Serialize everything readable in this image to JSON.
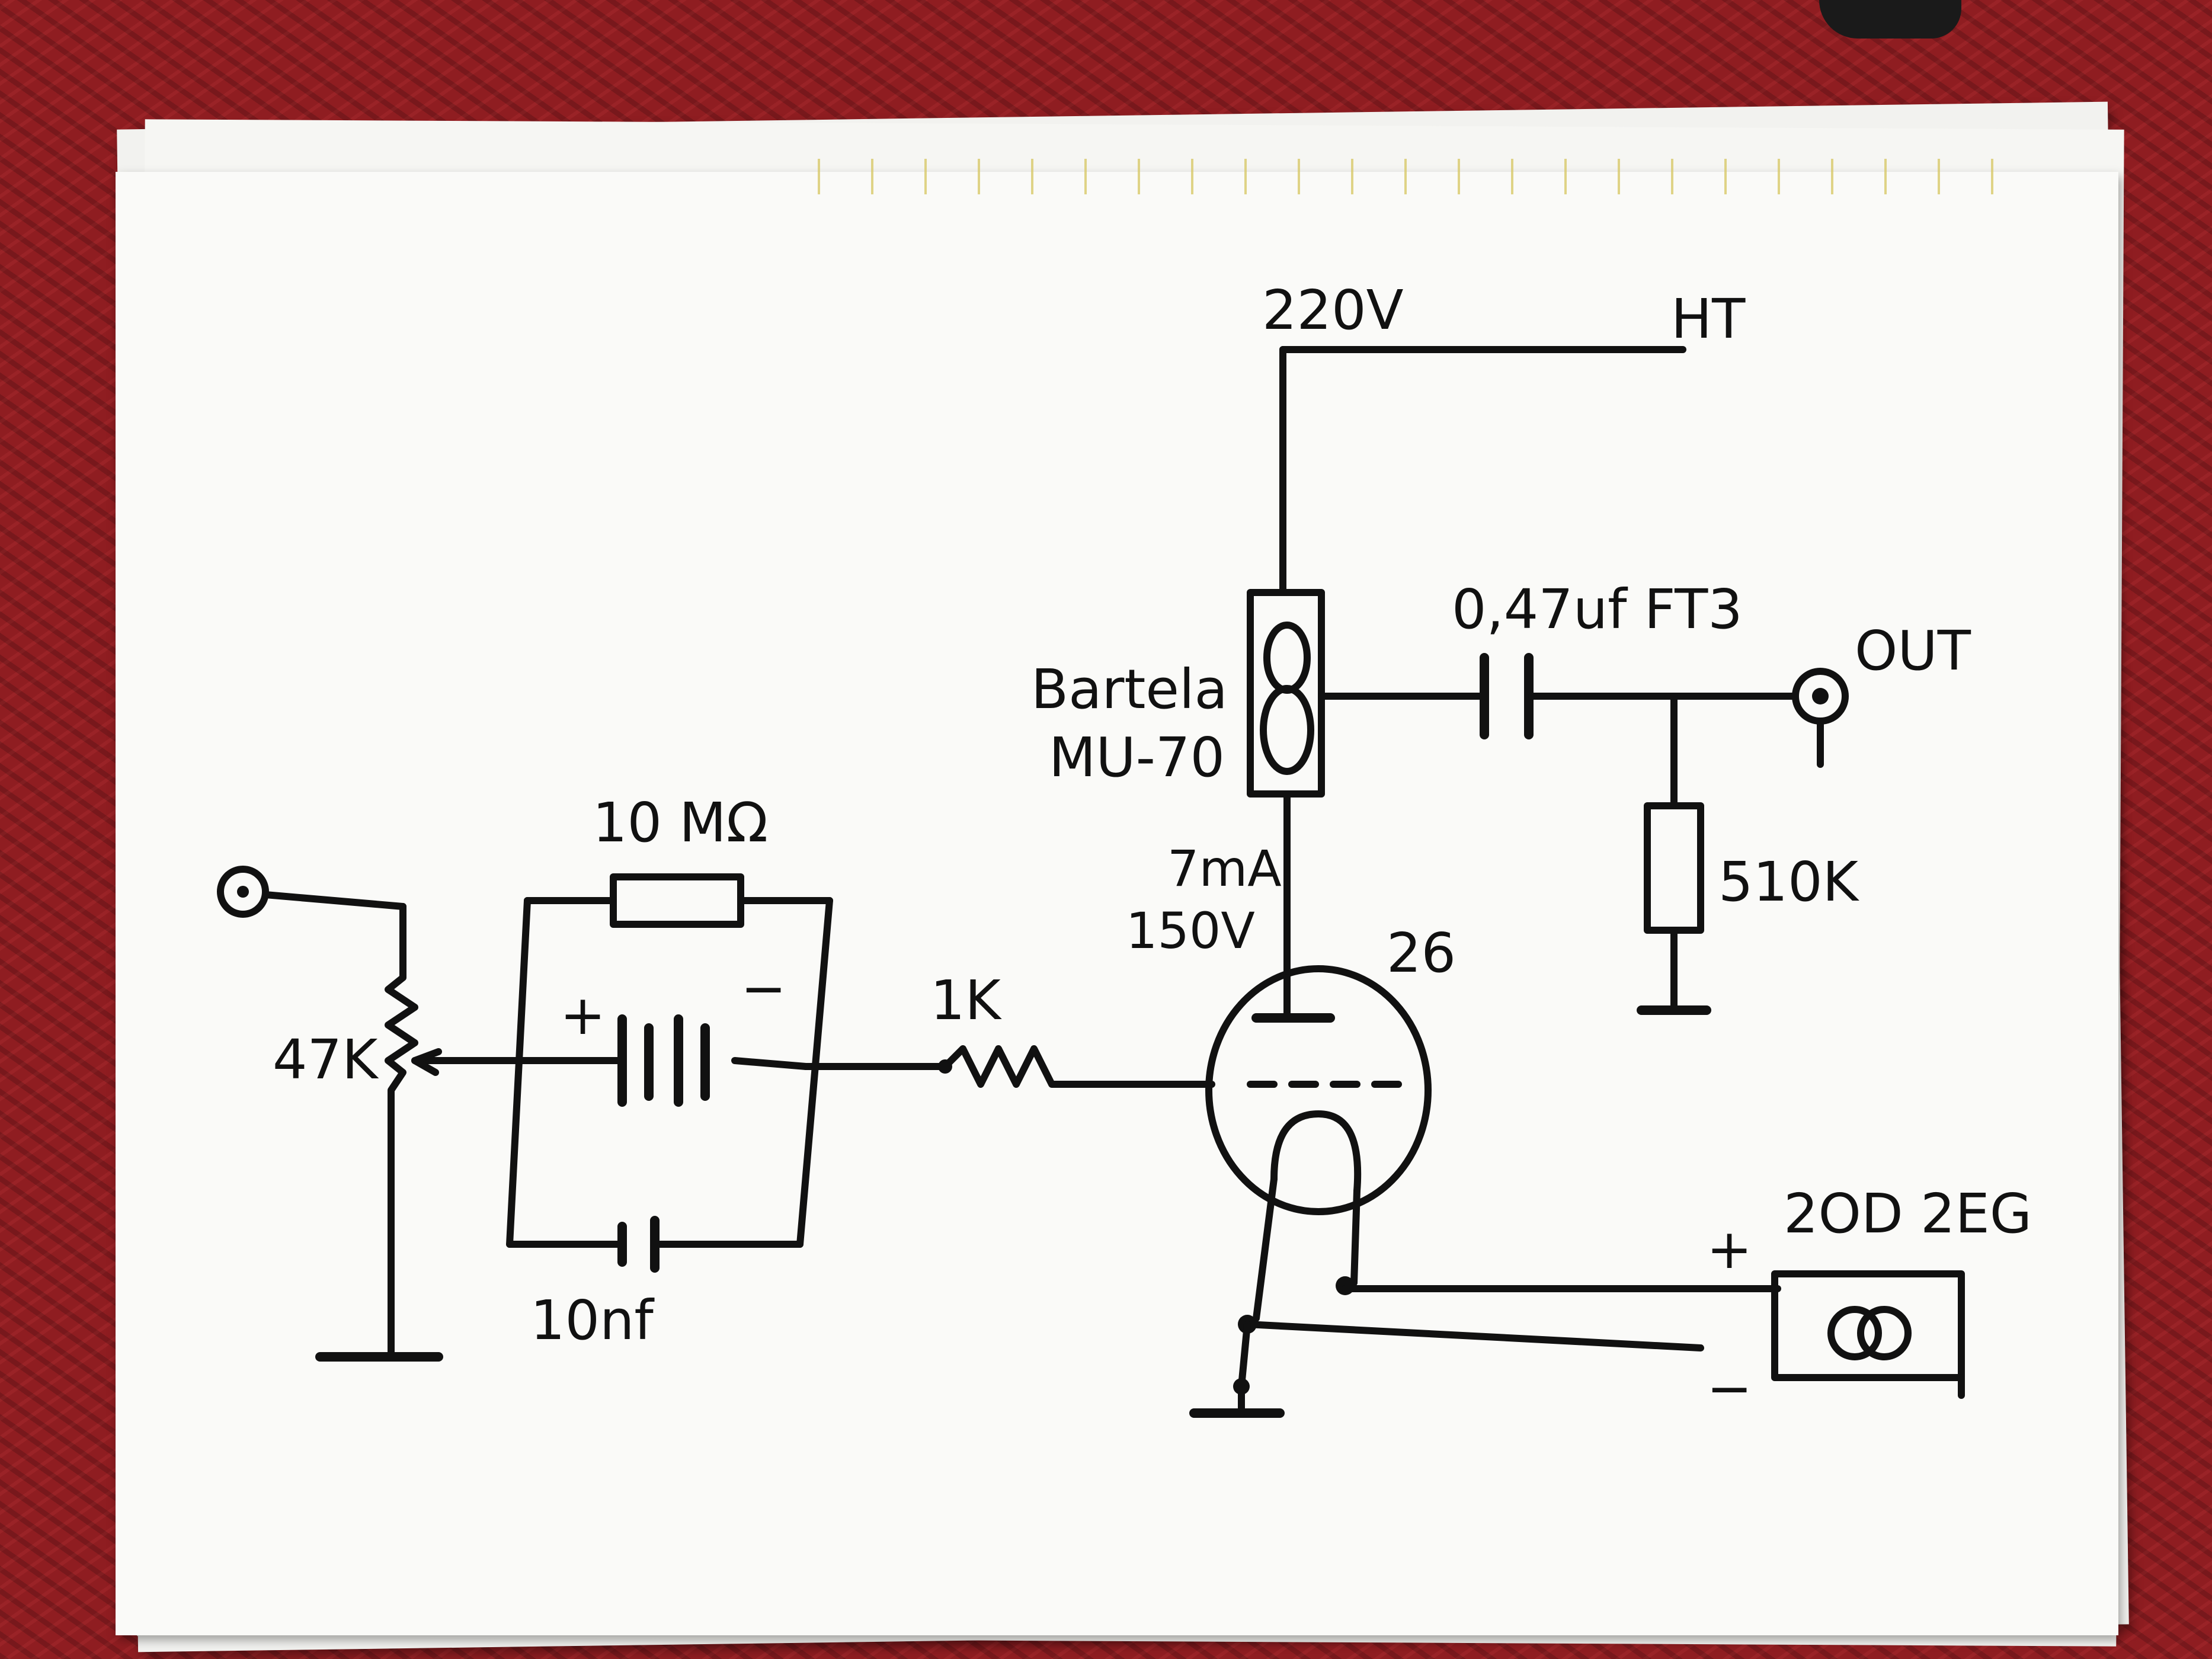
{
  "schematic": {
    "labels": {
      "supply_voltage": "220V",
      "ht": "HT",
      "capacitor_coupling": "0,47uf FT3",
      "output": "OUT",
      "ccs_name": "Bartela",
      "ccs_model": "MU-70",
      "current": "7mA",
      "plate_voltage": "150V",
      "tube": "26",
      "load_resistor": "510K",
      "grid_resistor_top": "10 MΩ",
      "grid_stopper": "1K",
      "volume_pot": "47K",
      "bypass_cap": "10nf",
      "battery_plus": "+",
      "battery_minus": "−",
      "regulator": "2OD 2EG",
      "reg_plus": "+",
      "reg_minus": "−"
    }
  }
}
